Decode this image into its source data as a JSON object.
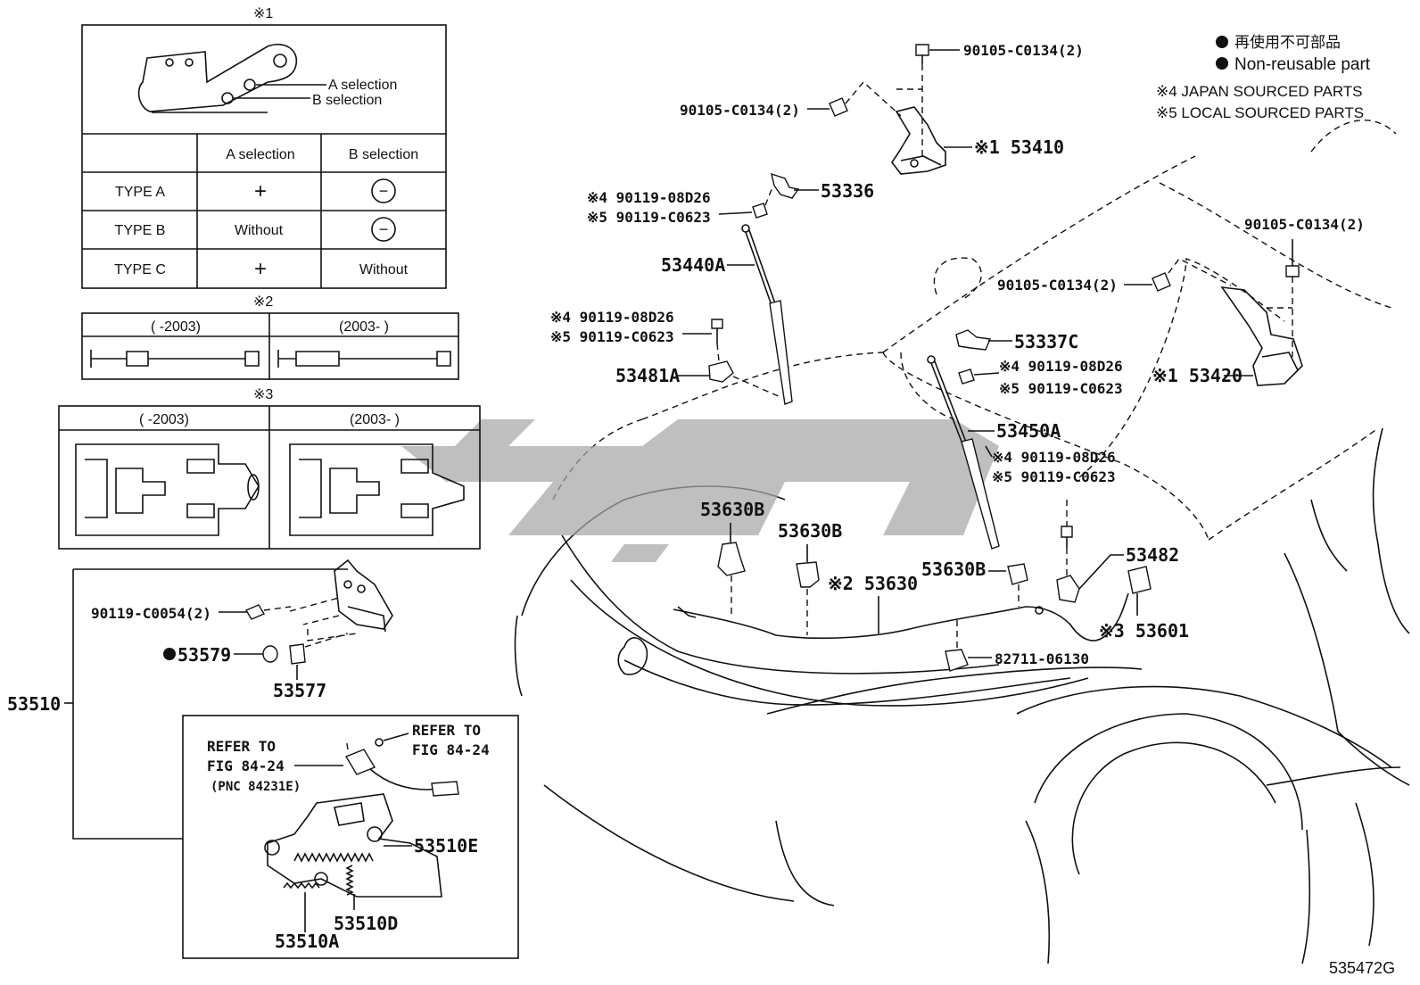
{
  "legend": {
    "non_reusable_jp": "再使用不可部品",
    "non_reusable_en": "Non-reusable part",
    "note4": "※4 JAPAN SOURCED PARTS",
    "note5": "※5 LOCAL SOURCED PARTS"
  },
  "figure_code": "535472G",
  "inset1": {
    "marker": "※1",
    "a_callout": "A selection",
    "b_callout": "B selection",
    "table_headers": [
      "",
      "A selection",
      "B selection"
    ],
    "rows": [
      {
        "type": "TYPE A",
        "a": "+",
        "b": "−"
      },
      {
        "type": "TYPE B",
        "a": "Without",
        "b": "−"
      },
      {
        "type": "TYPE C",
        "a": "+",
        "b": "Without"
      }
    ]
  },
  "inset2": {
    "marker": "※2",
    "left_header": "(      -2003)",
    "right_header": "(2003-      )"
  },
  "inset3": {
    "marker": "※3",
    "left_header": "(      -2003)",
    "right_header": "(2003-      )"
  },
  "refer_left": {
    "line1": "REFER TO",
    "line2": "FIG 84-24",
    "line3": "(PNC 84231E)"
  },
  "refer_right": {
    "line1": "REFER TO",
    "line2": "FIG 84-24"
  },
  "labels": {
    "p90105_top": "90105-C0134(2)",
    "p90105_left": "90105-C0134(2)",
    "p90105_right": "90105-C0134(2)",
    "p90105_mid": "90105-C0134(2)",
    "p53410": "※1 53410",
    "p53336": "53336",
    "p90119_a4": "※4 90119-08D26",
    "p90119_a5": "※5 90119-C0623",
    "p53440a": "53440A",
    "p90119_b4": "※4 90119-08D26",
    "p90119_b5": "※5 90119-C0623",
    "p53481a": "53481A",
    "p53337c": "53337C",
    "p90119_c4": "※4 90119-08D26",
    "p90119_c5": "※5 90119-C0623",
    "p53420": "※1 53420",
    "p53450a": "53450A",
    "p90119_d4": "※4 90119-08D26",
    "p90119_d5": "※5 90119-C0623",
    "p53630b_1": "53630B",
    "p53630b_2": "53630B",
    "p53630b_3": "53630B",
    "p53630": "※2 53630",
    "p53482": "53482",
    "p53601": "※3 53601",
    "p82711": "82711-06130",
    "p90119_c0054": "90119-C0054(2)",
    "p53579": "53579",
    "p53577": "53577",
    "p53510": "53510",
    "p53510e": "53510E",
    "p53510d": "53510D",
    "p53510a": "53510A"
  }
}
